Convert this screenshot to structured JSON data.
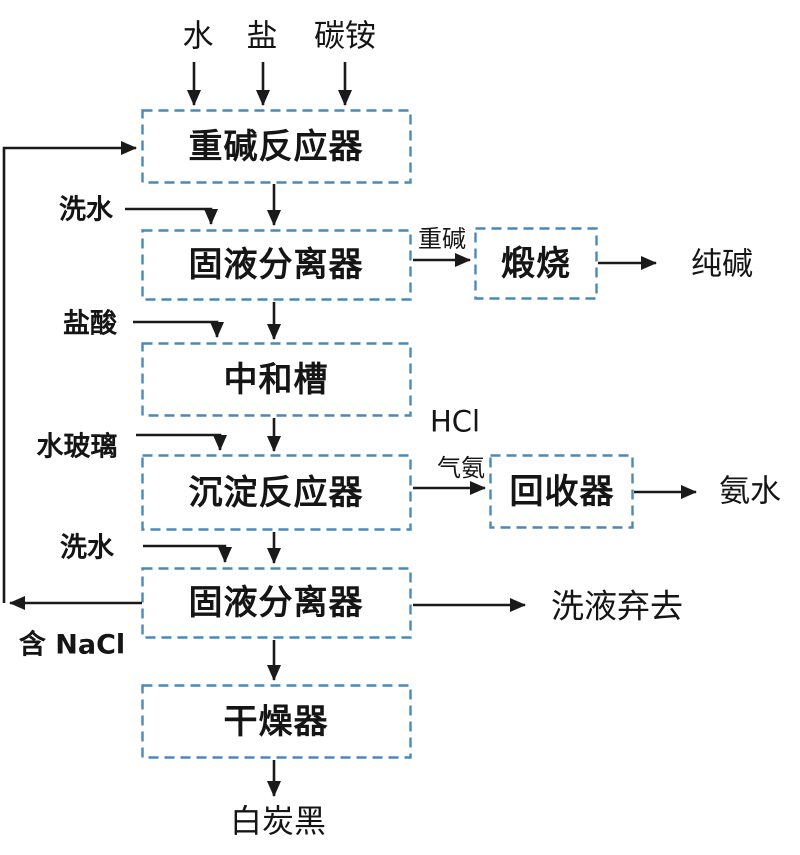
{
  "diagram": {
    "top_inputs": {
      "water": "水",
      "salt": "盐",
      "ammonium_bicarbonate": "碳铵"
    },
    "nodes": {
      "heavy_alkali_reactor": "重碱反应器",
      "solid_liquid_separator_1": "固液分离器",
      "calcination": "煅烧",
      "neutralization_tank": "中和槽",
      "precipitation_reactor": "沉淀反应器",
      "recovery_unit": "回收器",
      "solid_liquid_separator_2": "固液分离器",
      "dryer": "干燥器"
    },
    "side_inputs": {
      "wash_water_1": "洗水",
      "hydrochloric_acid": "盐酸",
      "water_glass": "水玻璃",
      "wash_water_2": "洗水"
    },
    "stream_labels": {
      "heavy_alkali": "重碱",
      "hcl": "HCl",
      "ammonia_gas": "气氨",
      "contains_nacl": "含 NaCl"
    },
    "outputs": {
      "soda_ash": "纯碱",
      "ammonia_water": "氨水",
      "wash_liquid_discarded": "洗液弃去",
      "white_carbon_black": "白炭黑"
    },
    "colors": {
      "box_border": "#4a89ba",
      "line": "#1a1a1a",
      "background": "#ffffff"
    }
  }
}
